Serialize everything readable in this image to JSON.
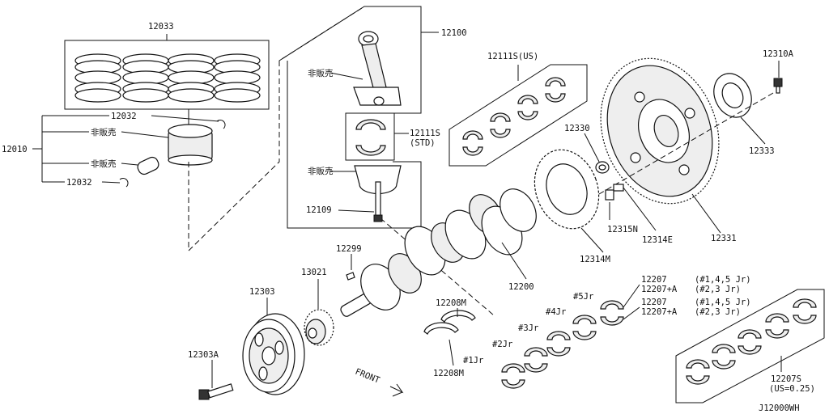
{
  "diagram": {
    "code": "J12000WH",
    "labels": {
      "p12033": "12033",
      "p12032_top": "12032",
      "p12032_bot": "12032",
      "p12010": "12010",
      "not_sold_1": "非販売",
      "not_sold_2": "非販売",
      "not_sold_3": "非販売",
      "not_sold_4": "非販売",
      "p12100": "12100",
      "p12111s_std_num": "12111S",
      "p12111s_std_note": "(STD)",
      "p12109": "12109",
      "p12111s_us": "12111S(US)",
      "p12330": "12330",
      "p12310a": "12310A",
      "p12333": "12333",
      "p12315n": "12315N",
      "p12314e": "12314E",
      "p12331": "12331",
      "p12314m": "12314M",
      "p12299": "12299",
      "p13021": "13021",
      "p12200": "12200",
      "p12303": "12303",
      "p12303a": "12303A",
      "p12208m_top": "12208M",
      "p12208m_bot": "12208M",
      "front": "FRONT",
      "p12207_a": "12207",
      "p12207a_a": "12207+A",
      "p12207_b": "12207",
      "p12207a_b": "12207+A",
      "jr_145_a": "(#1,4,5 Jr)",
      "jr_23_a": "(#2,3 Jr)",
      "jr_145_b": "(#1,4,5 Jr)",
      "jr_23_b": "(#2,3 Jr)",
      "jr5": "#5Jr",
      "jr4": "#4Jr",
      "jr3": "#3Jr",
      "jr2": "#2Jr",
      "jr1": "#1Jr",
      "p12207s": "12207S",
      "p12207s_note": "(US=0.25)"
    }
  }
}
